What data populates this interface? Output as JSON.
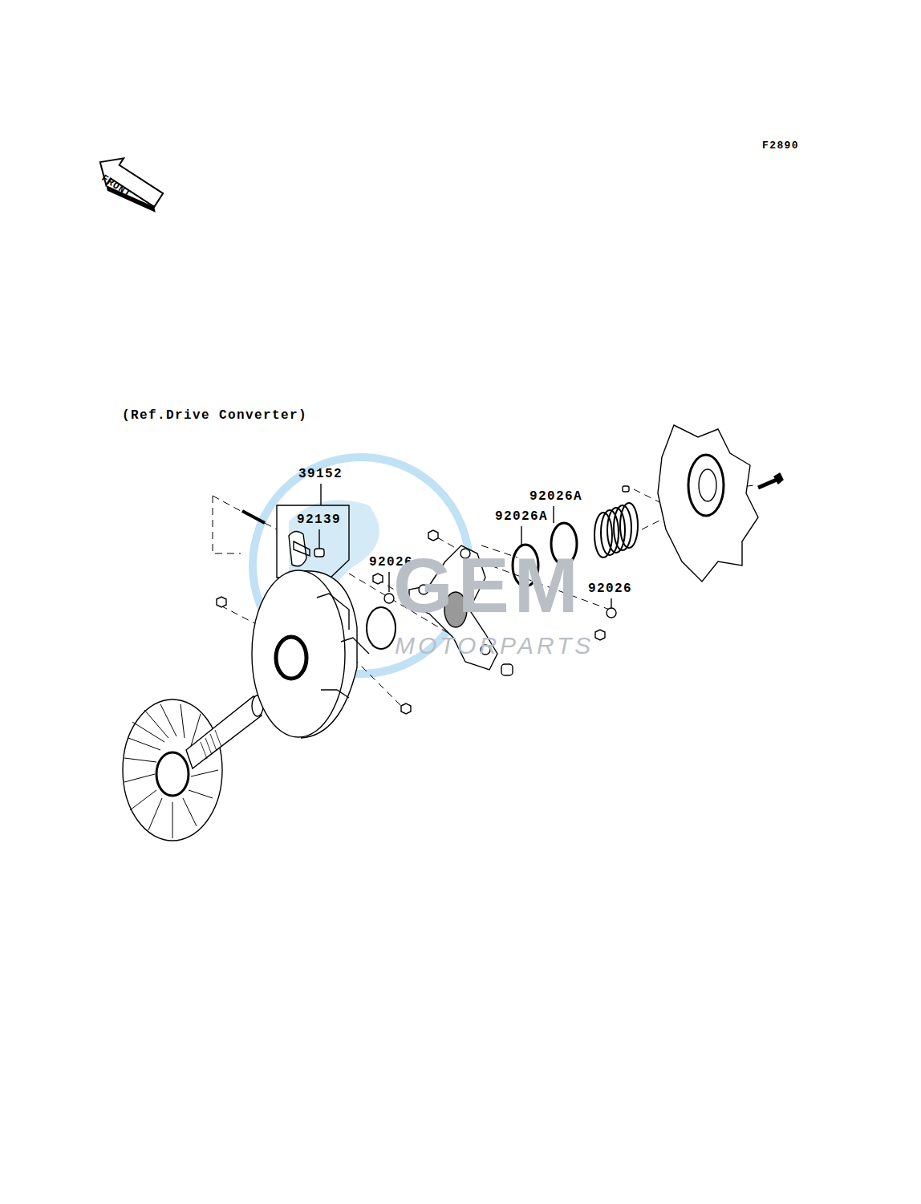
{
  "diagram": {
    "labels": [
      "FRONT",
      "F2890",
      "(Ref.Drive Converter)",
      "39152",
      "92026A",
      "92139",
      "92026A",
      "92026",
      "92026",
      "GEM",
      "MOTORPARTS"
    ]
  }
}
